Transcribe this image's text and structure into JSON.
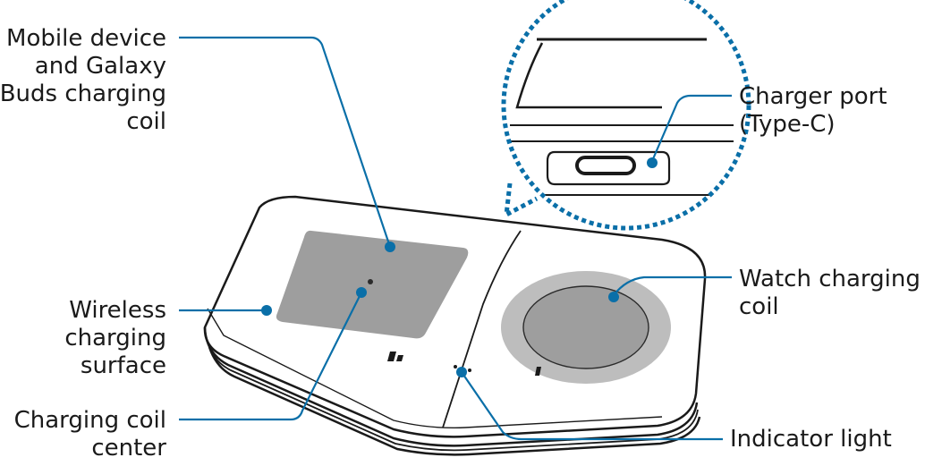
{
  "labels": {
    "mobile_coil": [
      "Mobile device",
      "and Galaxy",
      "Buds charging",
      "coil"
    ],
    "wireless_surface": [
      "Wireless",
      "charging",
      "surface"
    ],
    "coil_center": [
      "Charging coil",
      "center"
    ],
    "charger_port": [
      "Charger port",
      "(Type-C)"
    ],
    "watch_coil": [
      "Watch charging",
      "coil"
    ],
    "indicator": [
      "Indicator light"
    ]
  },
  "colors": {
    "leader": "#0a6fa8",
    "outline": "#1a1a1a",
    "coil_fill": "#9e9e9e",
    "ring_fill": "#bdbdbd",
    "zoom_border": "#0a6fa8"
  }
}
